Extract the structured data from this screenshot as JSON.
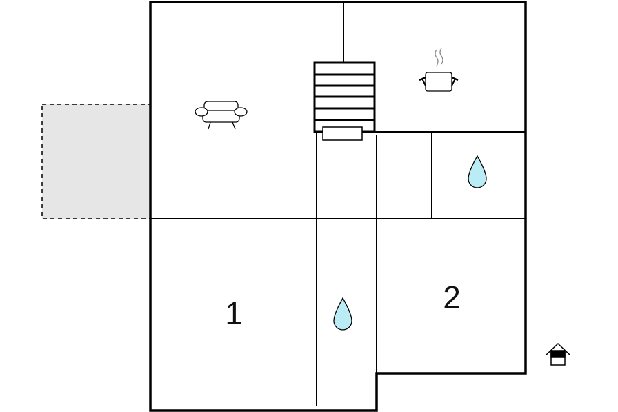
{
  "floorplan": {
    "rooms": [
      {
        "id": "living-room",
        "icon": "sofa-icon"
      },
      {
        "id": "kitchen",
        "icon": "cooking-pot-icon"
      },
      {
        "id": "bathroom-upper",
        "icon": "water-drop-icon"
      },
      {
        "id": "bathroom-lower",
        "icon": "water-drop-icon"
      },
      {
        "id": "bedroom-1",
        "label": "1"
      },
      {
        "id": "bedroom-2",
        "label": "2"
      }
    ],
    "terrace": {
      "pattern": "dashed",
      "fill": "#e6e6e6"
    },
    "stairs": {
      "icon": "staircase-icon"
    },
    "entrance": {
      "icon": "entrance-house-icon"
    }
  },
  "colors": {
    "wall": "#000000",
    "terrace_fill": "#e6e6e6",
    "water_drop": "#b9ecf5"
  }
}
